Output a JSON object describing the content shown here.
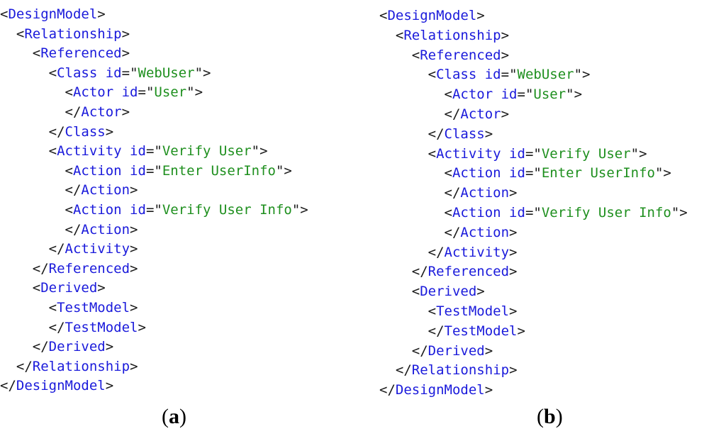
{
  "panels": [
    {
      "id": "a",
      "caption_letter": "a",
      "lines": [
        {
          "indent": 0,
          "parts": [
            [
              "punct",
              "<"
            ],
            [
              "tag",
              "DesignModel"
            ],
            [
              "punct",
              ">"
            ]
          ]
        },
        {
          "indent": 1,
          "parts": [
            [
              "punct",
              "<"
            ],
            [
              "tag",
              "Relationship"
            ],
            [
              "punct",
              ">"
            ]
          ]
        },
        {
          "indent": 2,
          "parts": [
            [
              "punct",
              "<"
            ],
            [
              "tag",
              "Referenced"
            ],
            [
              "punct",
              ">"
            ]
          ]
        },
        {
          "indent": 3,
          "parts": [
            [
              "punct",
              "<"
            ],
            [
              "tag",
              "Class"
            ],
            [
              "attr",
              " id"
            ],
            [
              "punct",
              "=\""
            ],
            [
              "val",
              "WebUser"
            ],
            [
              "punct",
              "\">"
            ]
          ]
        },
        {
          "indent": 4,
          "parts": [
            [
              "punct",
              "<"
            ],
            [
              "tag",
              "Actor"
            ],
            [
              "attr",
              " id"
            ],
            [
              "punct",
              "=\""
            ],
            [
              "val",
              "User"
            ],
            [
              "punct",
              "\">"
            ]
          ]
        },
        {
          "indent": 4,
          "parts": [
            [
              "punct",
              "</"
            ],
            [
              "tag",
              "Actor"
            ],
            [
              "punct",
              ">"
            ]
          ]
        },
        {
          "indent": 3,
          "parts": [
            [
              "punct",
              "</"
            ],
            [
              "tag",
              "Class"
            ],
            [
              "punct",
              ">"
            ]
          ]
        },
        {
          "indent": 3,
          "parts": [
            [
              "punct",
              "<"
            ],
            [
              "tag",
              "Activity"
            ],
            [
              "attr",
              " id"
            ],
            [
              "punct",
              "=\""
            ],
            [
              "val",
              "Verify User"
            ],
            [
              "punct",
              "\">"
            ]
          ]
        },
        {
          "indent": 4,
          "parts": [
            [
              "punct",
              "<"
            ],
            [
              "tag",
              "Action"
            ],
            [
              "attr",
              " id"
            ],
            [
              "punct",
              "=\""
            ],
            [
              "val",
              "Enter UserInfo"
            ],
            [
              "punct",
              "\">"
            ]
          ]
        },
        {
          "indent": 4,
          "parts": [
            [
              "punct",
              "</"
            ],
            [
              "tag",
              "Action"
            ],
            [
              "punct",
              ">"
            ]
          ]
        },
        {
          "indent": 4,
          "parts": [
            [
              "punct",
              "<"
            ],
            [
              "tag",
              "Action"
            ],
            [
              "attr",
              " id"
            ],
            [
              "punct",
              "=\""
            ],
            [
              "val",
              "Verify User Info"
            ],
            [
              "punct",
              "\">"
            ]
          ]
        },
        {
          "indent": 4,
          "parts": [
            [
              "punct",
              "</"
            ],
            [
              "tag",
              "Action"
            ],
            [
              "punct",
              ">"
            ]
          ]
        },
        {
          "indent": 3,
          "parts": [
            [
              "punct",
              "</"
            ],
            [
              "tag",
              "Activity"
            ],
            [
              "punct",
              ">"
            ]
          ]
        },
        {
          "indent": 2,
          "parts": [
            [
              "punct",
              "</"
            ],
            [
              "tag",
              "Referenced"
            ],
            [
              "punct",
              ">"
            ]
          ]
        },
        {
          "indent": 2,
          "parts": [
            [
              "punct",
              "<"
            ],
            [
              "tag",
              "Derived"
            ],
            [
              "punct",
              ">"
            ]
          ]
        },
        {
          "indent": 3,
          "parts": [
            [
              "punct",
              "<"
            ],
            [
              "tag",
              "TestModel"
            ],
            [
              "punct",
              ">"
            ]
          ]
        },
        {
          "indent": 3,
          "parts": [
            [
              "punct",
              "</"
            ],
            [
              "tag",
              "TestModel"
            ],
            [
              "punct",
              ">"
            ]
          ]
        },
        {
          "indent": 2,
          "parts": [
            [
              "punct",
              "</"
            ],
            [
              "tag",
              "Derived"
            ],
            [
              "punct",
              ">"
            ]
          ]
        },
        {
          "indent": 1,
          "parts": [
            [
              "punct",
              "</"
            ],
            [
              "tag",
              "Relationship"
            ],
            [
              "punct",
              ">"
            ]
          ]
        },
        {
          "indent": 0,
          "parts": [
            [
              "punct",
              "</"
            ],
            [
              "tag",
              "DesignModel"
            ],
            [
              "punct",
              ">"
            ]
          ]
        }
      ]
    },
    {
      "id": "b",
      "caption_letter": "b",
      "lines": [
        {
          "indent": 0,
          "parts": [
            [
              "punct",
              "<"
            ],
            [
              "tag",
              "DesignModel"
            ],
            [
              "punct",
              ">"
            ]
          ]
        },
        {
          "indent": 1,
          "parts": [
            [
              "punct",
              "<"
            ],
            [
              "tag",
              "Relationship"
            ],
            [
              "punct",
              ">"
            ]
          ]
        },
        {
          "indent": 2,
          "parts": [
            [
              "punct",
              "<"
            ],
            [
              "tag",
              "Referenced"
            ],
            [
              "punct",
              ">"
            ]
          ]
        },
        {
          "indent": 3,
          "parts": [
            [
              "punct",
              "<"
            ],
            [
              "tag",
              "Class"
            ],
            [
              "attr",
              " id"
            ],
            [
              "punct",
              "=\""
            ],
            [
              "val",
              "WebUser"
            ],
            [
              "punct",
              "\">"
            ]
          ]
        },
        {
          "indent": 4,
          "parts": [
            [
              "punct",
              "<"
            ],
            [
              "tag",
              "Actor"
            ],
            [
              "attr",
              " id"
            ],
            [
              "punct",
              "=\""
            ],
            [
              "val",
              "User"
            ],
            [
              "punct",
              "\">"
            ]
          ]
        },
        {
          "indent": 4,
          "parts": [
            [
              "punct",
              "</"
            ],
            [
              "tag",
              "Actor"
            ],
            [
              "punct",
              ">"
            ]
          ]
        },
        {
          "indent": 3,
          "parts": [
            [
              "punct",
              "</"
            ],
            [
              "tag",
              "Class"
            ],
            [
              "punct",
              ">"
            ]
          ]
        },
        {
          "indent": 3,
          "parts": [
            [
              "punct",
              "<"
            ],
            [
              "tag",
              "Activity"
            ],
            [
              "attr",
              " id"
            ],
            [
              "punct",
              "=\""
            ],
            [
              "val",
              "Verify User"
            ],
            [
              "punct",
              "\">"
            ]
          ]
        },
        {
          "indent": 4,
          "parts": [
            [
              "punct",
              "<"
            ],
            [
              "tag",
              "Action"
            ],
            [
              "attr",
              " id"
            ],
            [
              "punct",
              "=\""
            ],
            [
              "val",
              "Enter UserInfo"
            ],
            [
              "punct",
              "\">"
            ]
          ]
        },
        {
          "indent": 4,
          "parts": [
            [
              "punct",
              "</"
            ],
            [
              "tag",
              "Action"
            ],
            [
              "punct",
              ">"
            ]
          ]
        },
        {
          "indent": 4,
          "parts": [
            [
              "punct",
              "<"
            ],
            [
              "tag",
              "Action"
            ],
            [
              "attr",
              " id"
            ],
            [
              "punct",
              "=\""
            ],
            [
              "val",
              "Verify User Info"
            ],
            [
              "punct",
              "\">"
            ]
          ]
        },
        {
          "indent": 4,
          "parts": [
            [
              "punct",
              "</"
            ],
            [
              "tag",
              "Action"
            ],
            [
              "punct",
              ">"
            ]
          ]
        },
        {
          "indent": 3,
          "parts": [
            [
              "punct",
              "</"
            ],
            [
              "tag",
              "Activity"
            ],
            [
              "punct",
              ">"
            ]
          ]
        },
        {
          "indent": 2,
          "parts": [
            [
              "punct",
              "</"
            ],
            [
              "tag",
              "Referenced"
            ],
            [
              "punct",
              ">"
            ]
          ]
        },
        {
          "indent": 2,
          "parts": [
            [
              "punct",
              "<"
            ],
            [
              "tag",
              "Derived"
            ],
            [
              "punct",
              ">"
            ]
          ]
        },
        {
          "indent": 3,
          "parts": [
            [
              "punct",
              "<"
            ],
            [
              "tag",
              "TestModel"
            ],
            [
              "punct",
              ">"
            ]
          ]
        },
        {
          "indent": 3,
          "parts": [
            [
              "punct",
              "</"
            ],
            [
              "tag",
              "TestModel"
            ],
            [
              "punct",
              ">"
            ]
          ]
        },
        {
          "indent": 2,
          "parts": [
            [
              "punct",
              "</"
            ],
            [
              "tag",
              "Derived"
            ],
            [
              "punct",
              ">"
            ]
          ]
        },
        {
          "indent": 1,
          "parts": [
            [
              "punct",
              "</"
            ],
            [
              "tag",
              "Relationship"
            ],
            [
              "punct",
              ">"
            ]
          ]
        },
        {
          "indent": 0,
          "parts": [
            [
              "punct",
              "</"
            ],
            [
              "tag",
              "DesignModel"
            ],
            [
              "punct",
              ">"
            ]
          ]
        }
      ]
    }
  ],
  "colors": {
    "tag": "#1a1adb",
    "value": "#1e8f1e",
    "punctuation": "#1a1a1a"
  }
}
